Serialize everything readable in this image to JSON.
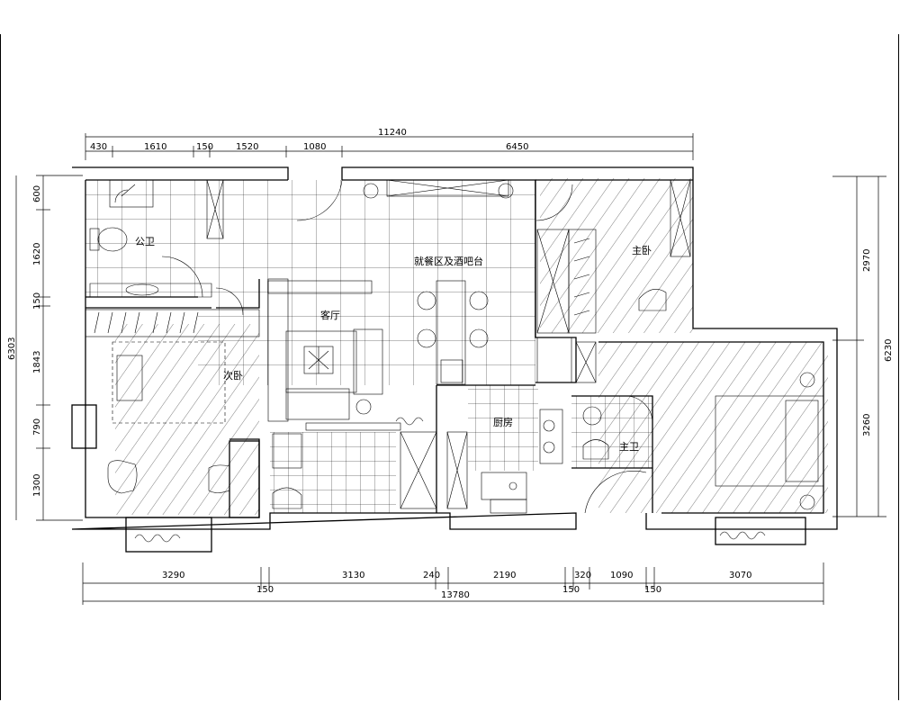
{
  "rooms": {
    "public_bath": "公卫",
    "dining_bar": "就餐区及酒吧台",
    "living_room": "客厅",
    "second_bedroom": "次卧",
    "kitchen": "厨房",
    "master_bedroom": "主卧",
    "master_bath": "主卫"
  },
  "dimensions": {
    "top_total": "11240",
    "top": [
      "430",
      "1610",
      "150",
      "1520",
      "1080",
      "6450"
    ],
    "bottom": [
      "3290",
      "3130",
      "240",
      "2190",
      "320",
      "1090",
      "3070"
    ],
    "bottom_small": [
      "150",
      "150",
      "150"
    ],
    "bottom_total": "13780",
    "left_total": "6303",
    "left": [
      "600",
      "1620",
      "150",
      "1843",
      "790",
      "1300"
    ],
    "right_total": "6230",
    "right": [
      "2970",
      "3260"
    ]
  }
}
